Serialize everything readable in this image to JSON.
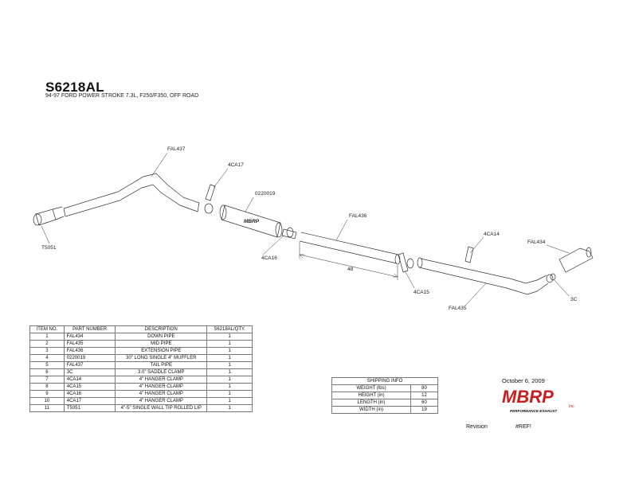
{
  "header": {
    "part_number": "S6218AL",
    "subtitle": "94-97 FORD POWER STROKE 7.3L, F250/F350, OFF ROAD"
  },
  "callouts": {
    "fal437": "FAL437",
    "ca17": "4CA17",
    "muffler": "0220019",
    "fal436": "FAL436",
    "ca14": "4CA14",
    "fal434": "FAL434",
    "t5051": "T5051",
    "ca16": "4CA16",
    "dim48": "48",
    "ca15": "4CA15",
    "c3": "3C",
    "fal435": "FAL435",
    "muffler_logo": "MBRP"
  },
  "parts_table": {
    "headers": [
      "ITEM NO.",
      "PART NUMBER",
      "DESCRIPTION",
      "S6218AL/QTY."
    ],
    "rows": [
      [
        "1",
        "FAL434",
        "DOWN PIPE",
        "1"
      ],
      [
        "2",
        "FAL435",
        "MID PIPE",
        "1"
      ],
      [
        "3",
        "FAL436",
        "EXTENSION PIPE",
        "1"
      ],
      [
        "4",
        "0220019",
        "30\" LONG SINGLE 4\" MUFFLER",
        "1"
      ],
      [
        "5",
        "FAL437",
        "TAIL PIPE",
        "1"
      ],
      [
        "6",
        "3C",
        "3.0\" SADDLE CLAMP",
        "1"
      ],
      [
        "7",
        "4CA14",
        "4\" HANGER CLAMP",
        "1"
      ],
      [
        "8",
        "4CA15",
        "4\" HANGER CLAMP",
        "1"
      ],
      [
        "9",
        "4CA16",
        "4\" HANGER CLAMP",
        "1"
      ],
      [
        "10",
        "4CA17",
        "4\" HANGER CLAMP",
        "1"
      ],
      [
        "11",
        "T5051",
        "4\"-5\" SINGLE WALL TIP ROLLED LIP",
        "1"
      ]
    ]
  },
  "shipping": {
    "title": "SHIPPING INFO",
    "rows": [
      [
        "WEIGHT (lbs)",
        "80"
      ],
      [
        "HEIGHT (in)",
        "12"
      ],
      [
        "LENGTH (in)",
        "60"
      ],
      [
        "WIDTH (in)",
        "19"
      ]
    ]
  },
  "footer": {
    "date": "October 6, 2009",
    "logo_text": "MBRP",
    "logo_inc": "Inc.",
    "logo_tagline": "PERFORMANCE EXHAUST",
    "revision_label": "Revision",
    "revision_value": "#REF!"
  }
}
